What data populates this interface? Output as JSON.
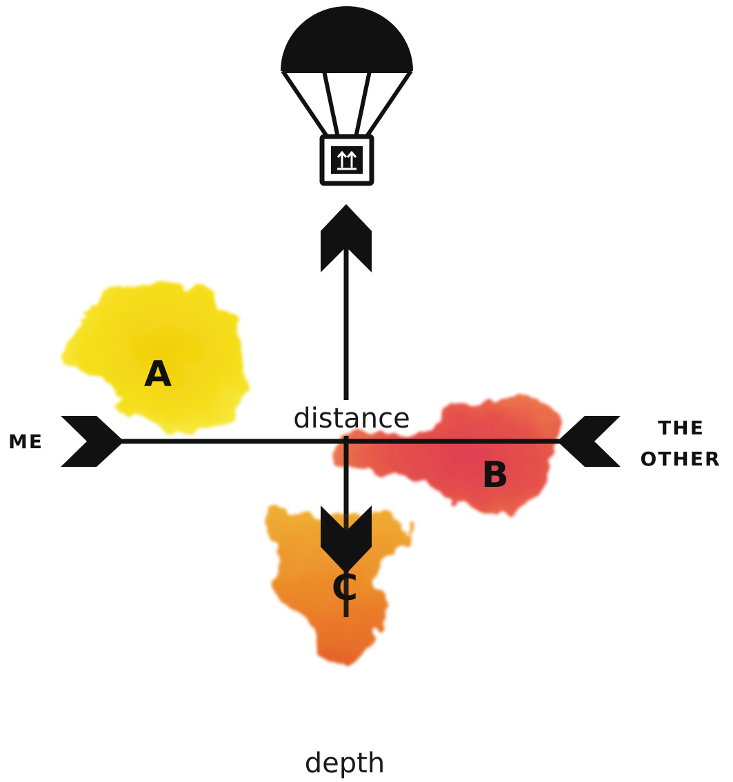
{
  "axes": {
    "horizontal": {
      "left_label": "ME",
      "right_label_line1": "THE",
      "right_label_line2": "OTHER"
    },
    "vertical": {
      "top_label": "distance",
      "bottom_label": "depth"
    }
  },
  "regions": [
    {
      "label": "A",
      "color": "#f2d300"
    },
    {
      "label": "B",
      "color": "#e0383a"
    },
    {
      "label": "C",
      "color": "#ec7f1c"
    }
  ],
  "icon": "parachute-supply-drop-icon",
  "colors": {
    "ink": "#111111",
    "background": "#ffffff"
  }
}
